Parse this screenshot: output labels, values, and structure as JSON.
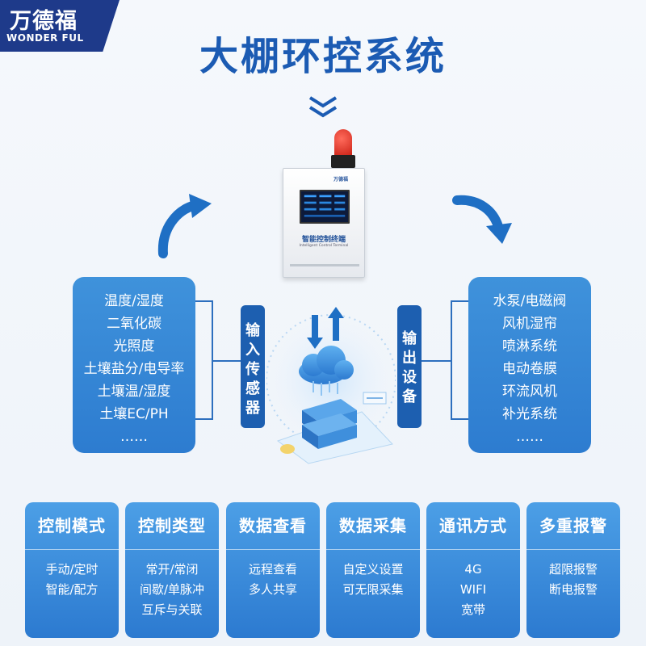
{
  "logo": {
    "cn": "万德福",
    "en": "WONDER FUL"
  },
  "title": "大棚环控系统",
  "device": {
    "brand": "万德福",
    "name": "智能控制终端",
    "name_en": "Intelligent Control Terminal"
  },
  "left_panel": {
    "items": [
      "温度/湿度",
      "二氧化碳",
      "光照度",
      "土壤盐分/电导率",
      "土壤温/湿度",
      "土壤EC/PH",
      "……"
    ]
  },
  "right_panel": {
    "items": [
      "水泵/电磁阀",
      "风机湿帘",
      "喷淋系统",
      "电动卷膜",
      "环流风机",
      "补光系统",
      "……"
    ]
  },
  "labels": {
    "input": [
      "输",
      "入",
      "传",
      "感",
      "器"
    ],
    "output": [
      "输",
      "出",
      "设",
      "备"
    ]
  },
  "cards": [
    {
      "title": "控制模式",
      "lines": [
        "手动/定时",
        "智能/配方"
      ]
    },
    {
      "title": "控制类型",
      "lines": [
        "常开/常闭",
        "间歇/单脉冲",
        "互斥与关联"
      ]
    },
    {
      "title": "数据查看",
      "lines": [
        "远程查看",
        "多人共享"
      ]
    },
    {
      "title": "数据采集",
      "lines": [
        "自定义设置",
        "可无限采集"
      ]
    },
    {
      "title": "通讯方式",
      "lines": [
        "4G",
        "WIFI",
        "宽带"
      ]
    },
    {
      "title": "多重报警",
      "lines": [
        "超限报警",
        "断电报警"
      ]
    }
  ],
  "colors": {
    "primary": "#2d7cd0",
    "title": "#1b5bb3",
    "dark": "#1d5fb0"
  }
}
